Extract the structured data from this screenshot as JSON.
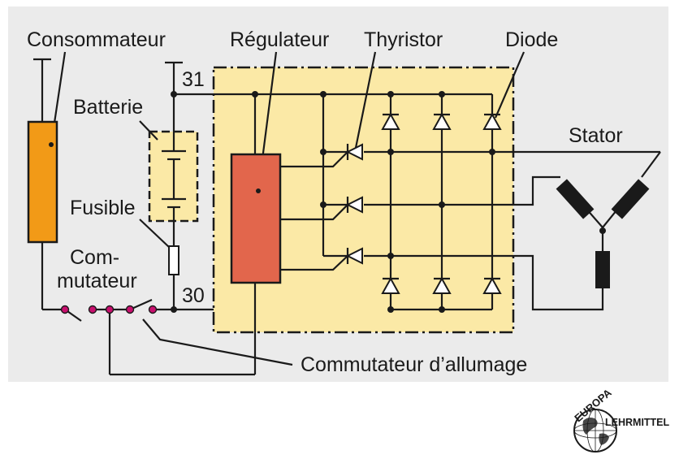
{
  "labels": {
    "consommateur": "Consommateur",
    "regulateur": "Régulateur",
    "thyristor": "Thyristor",
    "diode": "Diode",
    "batterie": "Batterie",
    "stator": "Stator",
    "fusible": "Fusible",
    "commutateur_line1": "Com-",
    "commutateur_line2": "mutateur",
    "commutateur_allumage": "Commutateur d’allumage",
    "terminal_31": "31",
    "terminal_30": "30"
  },
  "logo": {
    "top": "EUROPA",
    "side": "LEHRMITTEL"
  },
  "colors": {
    "panel_bg": "#ebebeb",
    "alternator_fill": "#fbe9a6",
    "consommateur_fill": "#f29a17",
    "regulateur_fill": "#e2664c",
    "switch_dot": "#c8106e",
    "wire": "#1a1a1a"
  }
}
